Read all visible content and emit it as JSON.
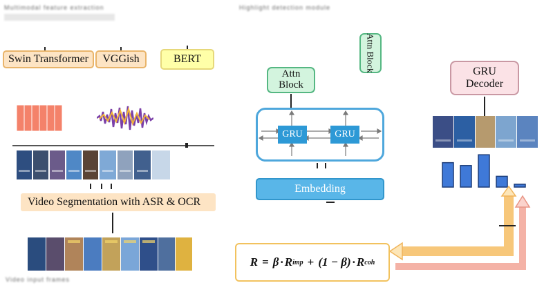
{
  "header": {
    "left_caption": "Multimodal feature extraction",
    "center_caption": "Highlight detection module"
  },
  "encoders": {
    "swin": "Swin Transformer",
    "vggish": "VGGish",
    "bert": "BERT"
  },
  "segmentation_label": "Video Segmentation with ASR & OCR",
  "attn_block": {
    "line1": "Attn",
    "line2": "Block"
  },
  "attn_block_rotated": "Attn Block",
  "gru_labels": [
    "GRU",
    "GRU"
  ],
  "embedding_label": "Embedding",
  "decoder": {
    "line1": "GRU",
    "line2": "Decoder"
  },
  "reward": {
    "R": "R",
    "eq": "=",
    "beta": "β",
    "dot": "·",
    "R_imp": "R",
    "imp_sub": "imp",
    "plus": "+",
    "one_minus_beta": "(1 − β)",
    "R_coh": "R",
    "coh_sub": "coh"
  },
  "bottom_caption": "Video input frames",
  "colors": {
    "encoder_fill": "#fde4c4",
    "bert_fill": "#ffffa8",
    "attn_fill": "#d3f4de",
    "gru_cell": "#2d99d6",
    "embedding": "#59b6e8",
    "decoder_fill": "#fbe2e6",
    "bar": "#3f79d8",
    "feedback_orange": "#f7c77a",
    "feedback_pink": "#f4b2a6"
  },
  "score_bars": {
    "values": [
      0.68,
      0.6,
      0.9,
      0.3,
      0.08
    ]
  }
}
